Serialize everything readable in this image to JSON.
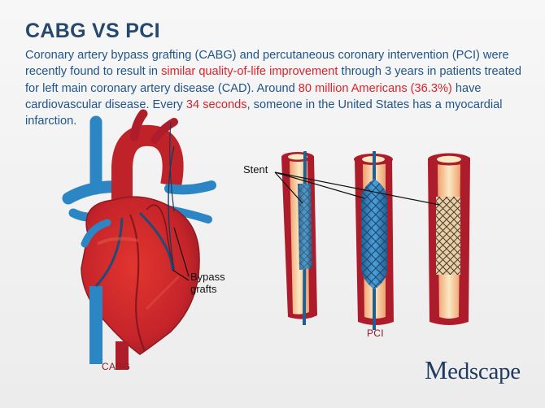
{
  "header": {
    "title": "CABG VS PCI"
  },
  "intro": {
    "p1": "Coronary artery bypass grafting (CABG) and percutaneous coronary intervention (PCI) were recently found to result in ",
    "h1": "similar quality-of-life improvement",
    "p2": " through 3 years in patients treated for left main coronary artery disease (CAD). Around ",
    "h2": "80 million Americans (36.3%)",
    "p3": " have cardiovascular disease. Every ",
    "h3": "34 seconds",
    "p4": ", someone in the United States has a myocardial infarction."
  },
  "diagram": {
    "label_stent": "Stent",
    "label_bypass_line1": "Bypass",
    "label_bypass_line2": "grafts",
    "caption_cabg": "CABG",
    "caption_pci": "PCI"
  },
  "brand": {
    "logo": "Medscape",
    "logo_first": "M",
    "logo_rest": "edscape"
  },
  "colors": {
    "title": "#25486e",
    "text": "#21558a",
    "highlight": "#d8242c",
    "artery_red": "#b01d2a",
    "vein_blue": "#2c86c4"
  }
}
